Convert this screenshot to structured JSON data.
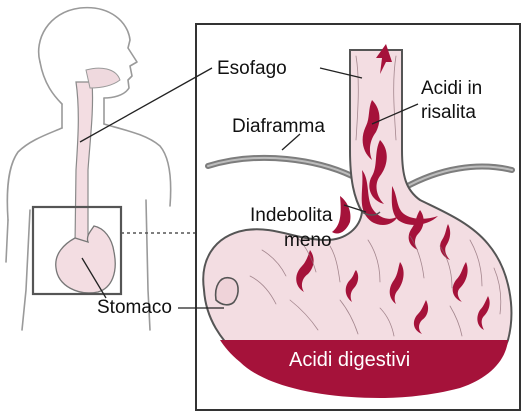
{
  "labels": {
    "esofago": "Esofago",
    "acidi_risalita_line1": "Acidi in",
    "acidi_risalita_line2": "risalita",
    "diaframma": "Diaframma",
    "indebolita_line1": "Indebolita",
    "indebolita_line2": "meno",
    "stomaco": "Stomaco",
    "acidi_digestivi": "Acidi digestivi"
  },
  "colors": {
    "acid": "#a5123a",
    "acid_text": "#ffffff",
    "tissue_fill": "#f3dde2",
    "tissue_outline": "#555555",
    "silhouette": "#9a9a9a",
    "diaphragm": "#7d7d7d",
    "frame": "#333333",
    "label_text": "#111111"
  }
}
